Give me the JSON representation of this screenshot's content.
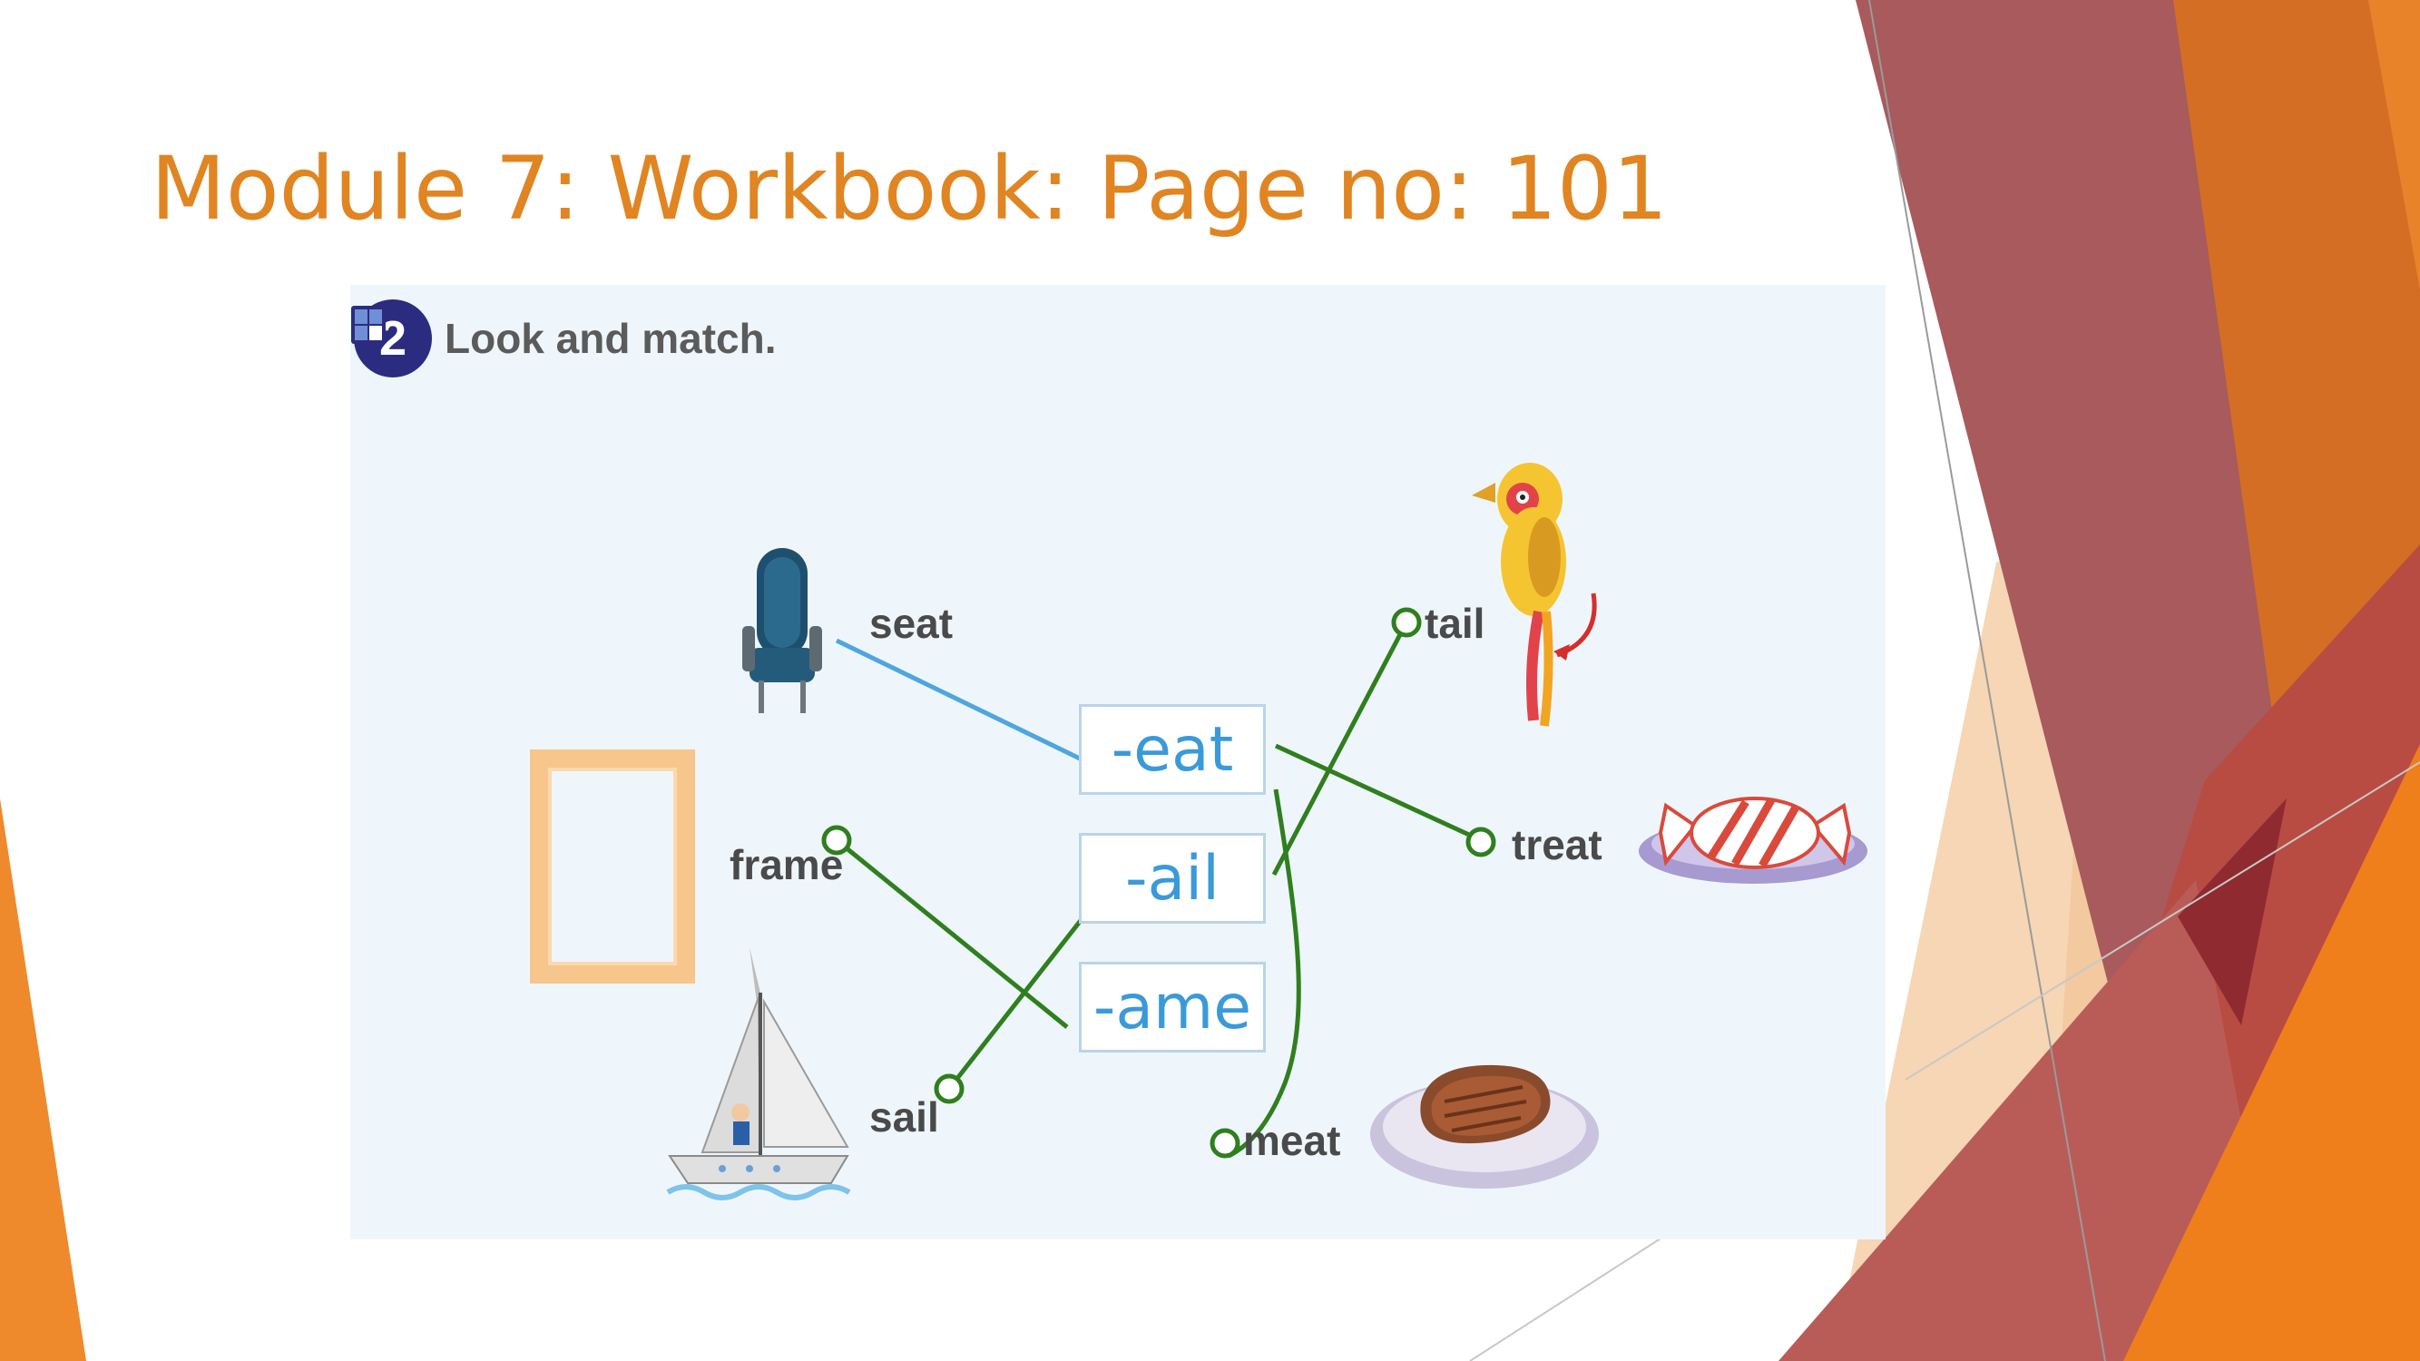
{
  "slide": {
    "title": "Module 7: Workbook: Page no: 101",
    "title_color": "#e08522"
  },
  "exercise": {
    "number": "2",
    "instruction": "Look and match.",
    "instruction_icons": [
      "head-think-icon",
      "abc-book-icon"
    ],
    "endings": [
      "-eat",
      "-ail",
      "-ame"
    ],
    "ending_color": "#3a9ad9",
    "words": {
      "seat": "seat",
      "frame": "frame",
      "sail": "sail",
      "tail": "tail",
      "treat": "treat",
      "meat": "meat"
    },
    "pictures": [
      "chair-picture",
      "picture-frame-picture",
      "sailboat-picture",
      "bird-picture",
      "candy-picture",
      "steak-picture"
    ],
    "colors": {
      "example_line": "#4ea6e0",
      "match_line": "#2f7f1e",
      "panel_background": "#eff6fb"
    }
  }
}
